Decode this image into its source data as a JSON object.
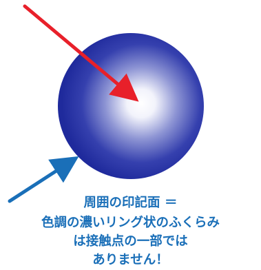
{
  "caption": {
    "lines": [
      "周囲の印記面 ＝",
      "色調の濃いリング状のふくらみ",
      "は接触点の一部では",
      "ありません！"
    ]
  },
  "colors": {
    "sphere_center": "#ffffff",
    "sphere_edge": "#1f2a9c",
    "red_arrow": "#e8202a",
    "blue_arrow": "#1a6fb8",
    "caption_text": "#1a6fb8"
  }
}
